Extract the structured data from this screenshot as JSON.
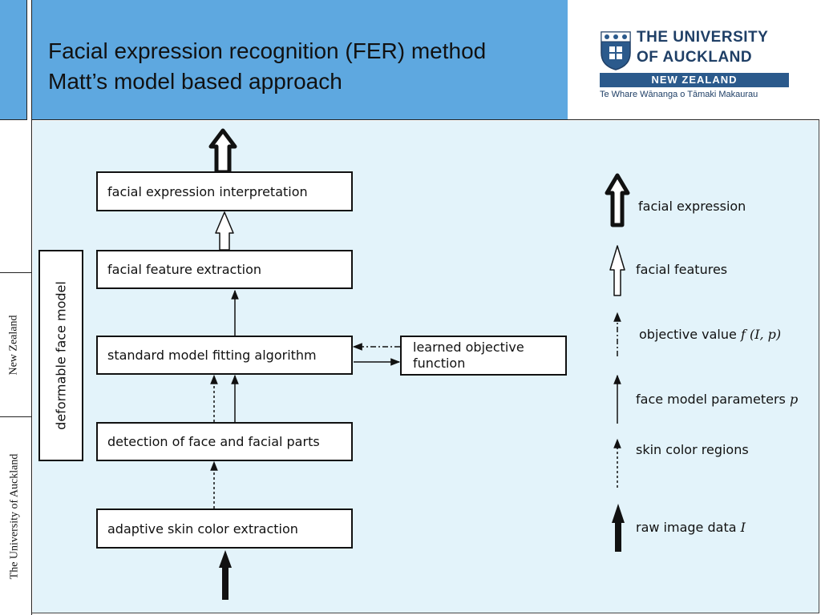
{
  "slide": {
    "title_line1": "Facial expression recognition (FER) method",
    "title_line2": "Matt’s model based approach"
  },
  "sidebar": {
    "label_top": "New Zealand",
    "label_bottom": "The University of Auckland"
  },
  "logo": {
    "line1": "THE UNIVERSITY",
    "line2": "OF AUCKLAND",
    "country": "NEW ZEALAND",
    "maori": "Te Whare Wānanga o Tāmaki Makaurau"
  },
  "diagram": {
    "boxes": {
      "interpretation": "facial expression interpretation",
      "feature_extraction": "facial feature extraction",
      "model_fitting": "standard model fitting algorithm",
      "detection": "detection of face and facial parts",
      "skin_extraction": "adaptive skin color extraction",
      "objective_line1": "learned objective",
      "objective_line2": "function",
      "deformable_model": "deformable face model"
    },
    "legend": {
      "expression": "facial expression",
      "features": "facial features",
      "objective_text": "objective value ",
      "objective_math": "f (I, p)",
      "params_text": "face model parameters ",
      "params_math": "p",
      "skin": "skin color regions",
      "raw_text": "raw image data ",
      "raw_math": "I"
    }
  }
}
